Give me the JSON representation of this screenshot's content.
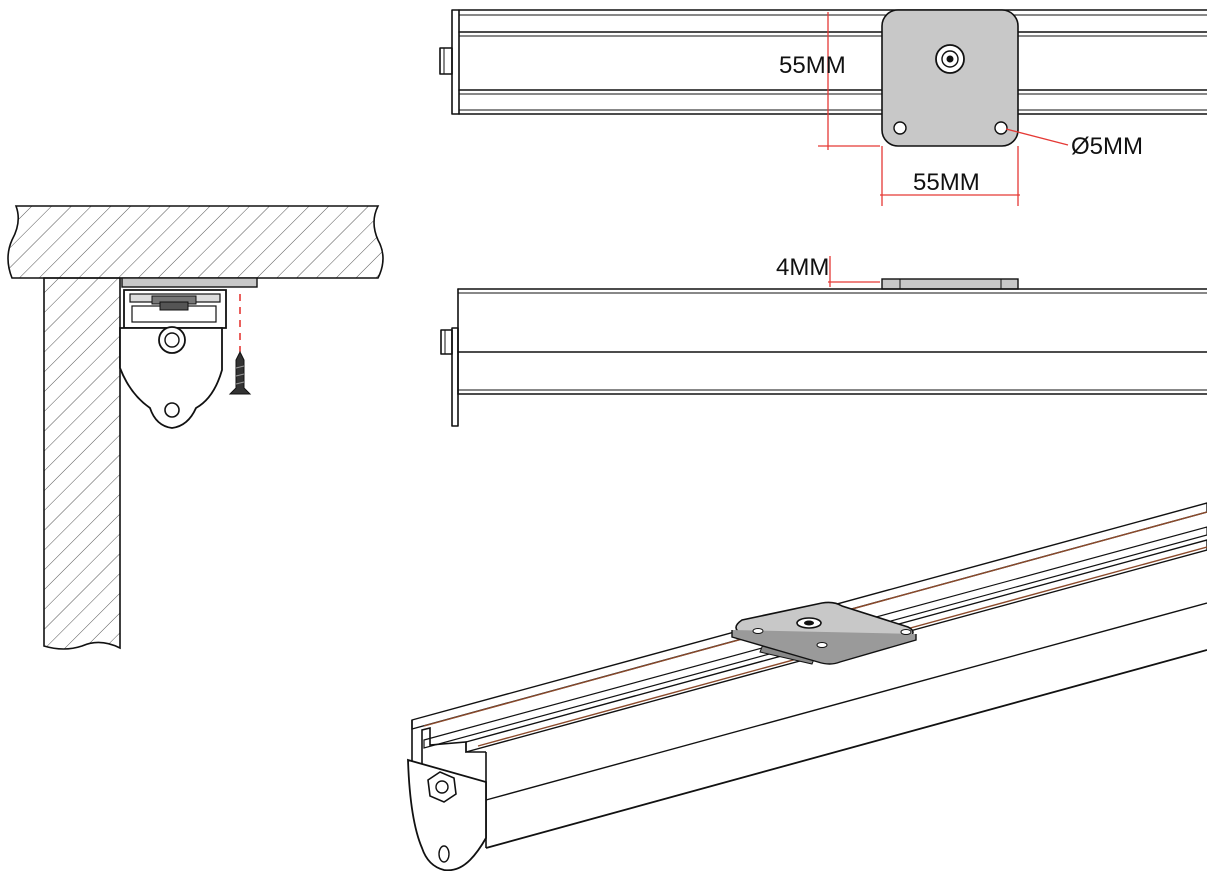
{
  "dimensions": {
    "plate_height": "55MM",
    "plate_width": "55MM",
    "hole_diameter": "Ø5MM",
    "plate_thickness": "4MM"
  },
  "colors": {
    "line": "#111111",
    "dimension_line": "#e53935",
    "plate_fill": "#c8c8c8",
    "rail_top_accent": "#8b4a2b",
    "screw": "#333333"
  },
  "icons": [
    "hatched-ceiling-section",
    "hatched-wall-section",
    "rail-section-bracket",
    "wood-screw",
    "square-mounting-plate",
    "end-bracket-bolt"
  ]
}
